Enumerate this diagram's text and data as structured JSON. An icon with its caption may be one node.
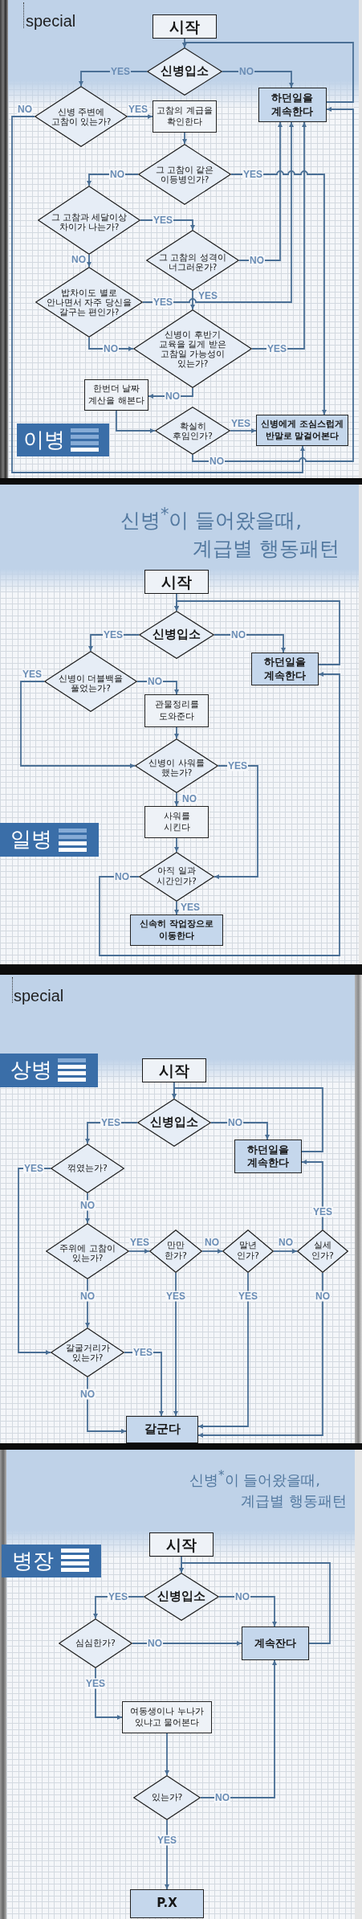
{
  "diagram": {
    "title": "신병$^{*}$이 들어왔을때, 계급별 행동패턴",
    "nodes": [
      {
        "text": [
          "시작"
        ]
      },
      {
        "text": [
          "신병입소"
        ]
      },
      {
        "text": [
          "신병 주변에 고참이 있는가?"
        ]
      },
      {
        "text": [
          "고참의 계급을 확인한다"
        ]
      },
      {
        "text": [
          "하던일을 계속한다"
        ]
      },
      {
        "text": [
          "그 고참이 같은 이등병인가?"
        ]
      },
      {
        "text": [
          "그 고참과 세달이상 차이가 나는가?"
        ]
      },
      {
        "text": [
          "그 고참의 성격이 너그러운가?"
        ]
      },
      {
        "text": [
          "밥차이도 별로 안나면서 자주 당신을 갈구는 편인가?"
        ]
      },
      {
        "text": [
          "신병이 후반기 교육을 길게 받은 고참일 가능성이 있는가?"
        ]
      },
      {
        "text": [
          "한번더 날짜 계산을 해본다"
        ]
      },
      {
        "text": [
          "확실히 후임인가?"
        ]
      },
      {
        "text": [
          "신병에게 조심스럽게 반말로 말걸어본다"
        ]
      },
      {
        "text": [
          "이병"
        ]
      },
      {
        "text": [
          "시작"
        ]
      },
      {
        "text": [
          "신병입소"
        ]
      },
      {
        "text": [
          "하던일을 계속한다"
        ]
      },
      {
        "text": [
          "신병이 더블백을 풀었는가?"
        ]
      },
      {
        "text": [
          "관물정리를 도와준다"
        ]
      },
      {
        "text": [
          "신병이 사워를 했는가?"
        ]
      },
      {
        "text": [
          "사워를 시킨다"
        ]
      },
      {
        "text": [
          "일병"
        ]
      },
      {
        "text": [
          "아직 일과 시간인가?"
        ]
      },
      {
        "text": [
          "신속히 작업장으로 이동한다"
        ]
      },
      {
        "text": [
          "상병"
        ]
      },
      {
        "text": [
          "시작"
        ]
      },
      {
        "text": [
          "신병입소"
        ]
      },
      {
        "text": [
          "하던일을 계속한다"
        ]
      },
      {
        "text": [
          "꺾였는가?"
        ]
      },
      {
        "text": [
          "주위에 고참이 있는가?"
        ]
      },
      {
        "text": [
          "만만한가?"
        ]
      },
      {
        "text": [
          "말년인가?"
        ]
      },
      {
        "text": [
          "실세인가?"
        ]
      },
      {
        "text": [
          "갈굴거리가 있는가?"
        ]
      },
      {
        "text": [
          "갈군다"
        ]
      },
      {
        "text": [
          "시작"
        ]
      },
      {
        "text": [
          "병장"
        ]
      },
      {
        "text": [
          "신병입소"
        ]
      },
      {
        "text": [
          "심심한가?"
        ]
      },
      {
        "text": [
          "계속잔다"
        ]
      },
      {
        "text": [
          "여동생이나 누나가 있냐고 물어본다"
        ]
      },
      {
        "text": [
          "있는가?"
        ]
      },
      {
        "text": [
          "P.X"
        ]
      }
    ],
    "edges": [
      {
        "from": 0,
        "to": 1,
        "arrow": "to"
      },
      {
        "from": 1,
        "to": 2,
        "arrow": "to",
        "label": "YES"
      },
      {
        "from": 1,
        "to": 4,
        "arrow": "to",
        "label": "NO"
      },
      {
        "from": 4,
        "to": 1,
        "arrow": "to"
      },
      {
        "from": 2,
        "to": 3,
        "arrow": "to",
        "label": "YES"
      },
      {
        "from": 2,
        "to": 12,
        "arrow": "to",
        "label": "NO"
      },
      {
        "from": 3,
        "to": 5,
        "arrow": "to"
      },
      {
        "from": 5,
        "to": 6,
        "arrow": "to",
        "label": "NO"
      },
      {
        "from": 5,
        "to": 12,
        "arrow": "to",
        "label": "YES"
      },
      {
        "from": 6,
        "to": 7,
        "arrow": "to",
        "label": "YES"
      },
      {
        "from": 6,
        "to": 8,
        "arrow": "to",
        "label": "NO"
      },
      {
        "from": 7,
        "to": 4,
        "arrow": "to",
        "label": "NO"
      },
      {
        "from": 7,
        "to": 9,
        "arrow": "to",
        "label": "YES"
      },
      {
        "from": 8,
        "to": 4,
        "arrow": "to",
        "label": "YES"
      },
      {
        "from": 8,
        "to": 9,
        "arrow": "to",
        "label": "NO"
      },
      {
        "from": 9,
        "to": 4,
        "arrow": "to",
        "label": "YES"
      },
      {
        "from": 9,
        "to": 10,
        "arrow": "to",
        "label": "NO"
      },
      {
        "from": 10,
        "to": 11,
        "arrow": "to"
      },
      {
        "from": 11,
        "to": 12,
        "arrow": "to",
        "label": "YES"
      },
      {
        "from": 11,
        "to": 4,
        "arrow": "to",
        "label": "NO"
      },
      {
        "from": 14,
        "to": 15,
        "arrow": "to"
      },
      {
        "from": 15,
        "to": 17,
        "arrow": "to",
        "label": "YES"
      },
      {
        "from": 15,
        "to": 16,
        "arrow": "to",
        "label": "NO"
      },
      {
        "from": 16,
        "to": 15,
        "arrow": "to"
      },
      {
        "from": 17,
        "to": 18,
        "arrow": "to",
        "label": "NO"
      },
      {
        "from": 17,
        "to": 19,
        "arrow": "to",
        "label": "YES"
      },
      {
        "from": 18,
        "to": 19,
        "arrow": "to"
      },
      {
        "from": 19,
        "to": 20,
        "arrow": "to",
        "label": "NO"
      },
      {
        "from": 19,
        "to": 22,
        "arrow": "to",
        "label": "YES"
      },
      {
        "from": 20,
        "to": 22,
        "arrow": "to"
      },
      {
        "from": 22,
        "to": 23,
        "arrow": "to",
        "label": "YES"
      },
      {
        "from": 22,
        "to": 16,
        "arrow": "to",
        "label": "NO"
      },
      {
        "from": 25,
        "to": 26,
        "arrow": "to"
      },
      {
        "from": 26,
        "to": 28,
        "arrow": "to",
        "label": "YES"
      },
      {
        "from": 26,
        "to": 27,
        "arrow": "to",
        "label": "NO"
      },
      {
        "from": 27,
        "to": 26,
        "arrow": "to"
      },
      {
        "from": 28,
        "to": 33,
        "arrow": "to",
        "label": "YES"
      },
      {
        "from": 28,
        "to": 29,
        "arrow": "to",
        "label": "NO"
      },
      {
        "from": 29,
        "to": 30,
        "arrow": "to",
        "label": "YES"
      },
      {
        "from": 29,
        "to": 33,
        "arrow": "to",
        "label": "NO"
      },
      {
        "from": 30,
        "to": 31,
        "arrow": "to",
        "label": "NO"
      },
      {
        "from": 30,
        "to": 34,
        "arrow": "to",
        "label": "YES"
      },
      {
        "from": 31,
        "to": 32,
        "arrow": "to",
        "label": "NO"
      },
      {
        "from": 31,
        "to": 34,
        "arrow": "to",
        "label": "YES"
      },
      {
        "from": 32,
        "to": 27,
        "arrow": "to",
        "label": "YES"
      },
      {
        "from": 32,
        "to": 34,
        "arrow": "to",
        "label": "NO"
      },
      {
        "from": 33,
        "to": 34,
        "arrow": "to",
        "label": "YES"
      },
      {
        "from": 33,
        "to": 34,
        "arrow": "to",
        "label": "NO"
      },
      {
        "from": 35,
        "to": 37,
        "arrow": "to"
      },
      {
        "from": 37,
        "to": 38,
        "arrow": "to",
        "label": "YES"
      },
      {
        "from": 37,
        "to": 39,
        "arrow": "to",
        "label": "NO"
      },
      {
        "from": 39,
        "to": 37,
        "arrow": "to"
      },
      {
        "from": 38,
        "to": 39,
        "arrow": "to",
        "label": "NO"
      },
      {
        "from": 38,
        "to": 40,
        "arrow": "to",
        "label": "YES"
      },
      {
        "from": 40,
        "to": 41,
        "arrow": "to"
      },
      {
        "from": 41,
        "to": 39,
        "arrow": "to",
        "label": "NO"
      },
      {
        "from": 41,
        "to": 42,
        "arrow": "to",
        "label": "YES"
      }
    ],
    "labels": [
      "special",
      "special",
      "신병$^{*}$이 들어왔을때, 계급별 행동패턴"
    ]
  }
}
